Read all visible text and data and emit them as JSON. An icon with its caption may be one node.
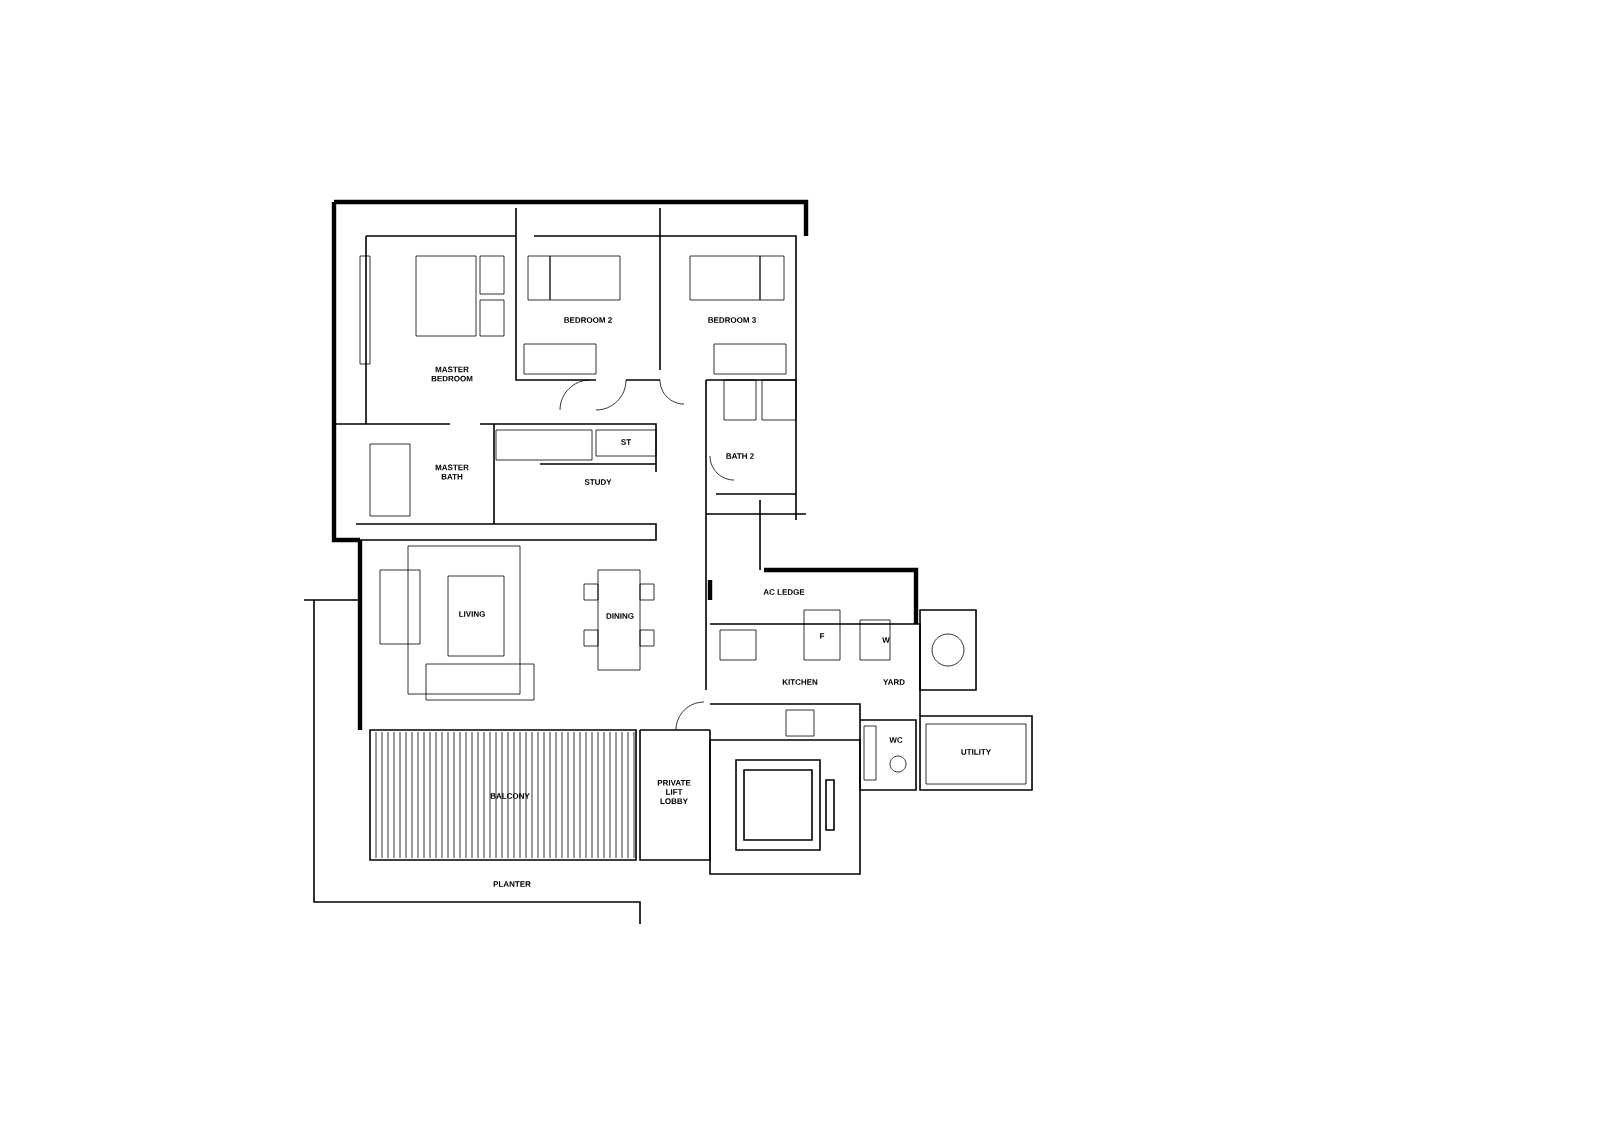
{
  "diagram": {
    "labels": [
      "BEDROOM 2",
      "BEDROOM 3",
      "MASTER BEDROOM",
      "ST",
      "BATH 2",
      "MASTER BATH",
      "STUDY",
      "LIVING",
      "DINING",
      "AC LEDGE",
      "F",
      "W",
      "KITCHEN",
      "YARD",
      "WC",
      "UTILITY",
      "BALCONY",
      "PRIVATE LIFT LOBBY",
      "PLANTER"
    ]
  }
}
